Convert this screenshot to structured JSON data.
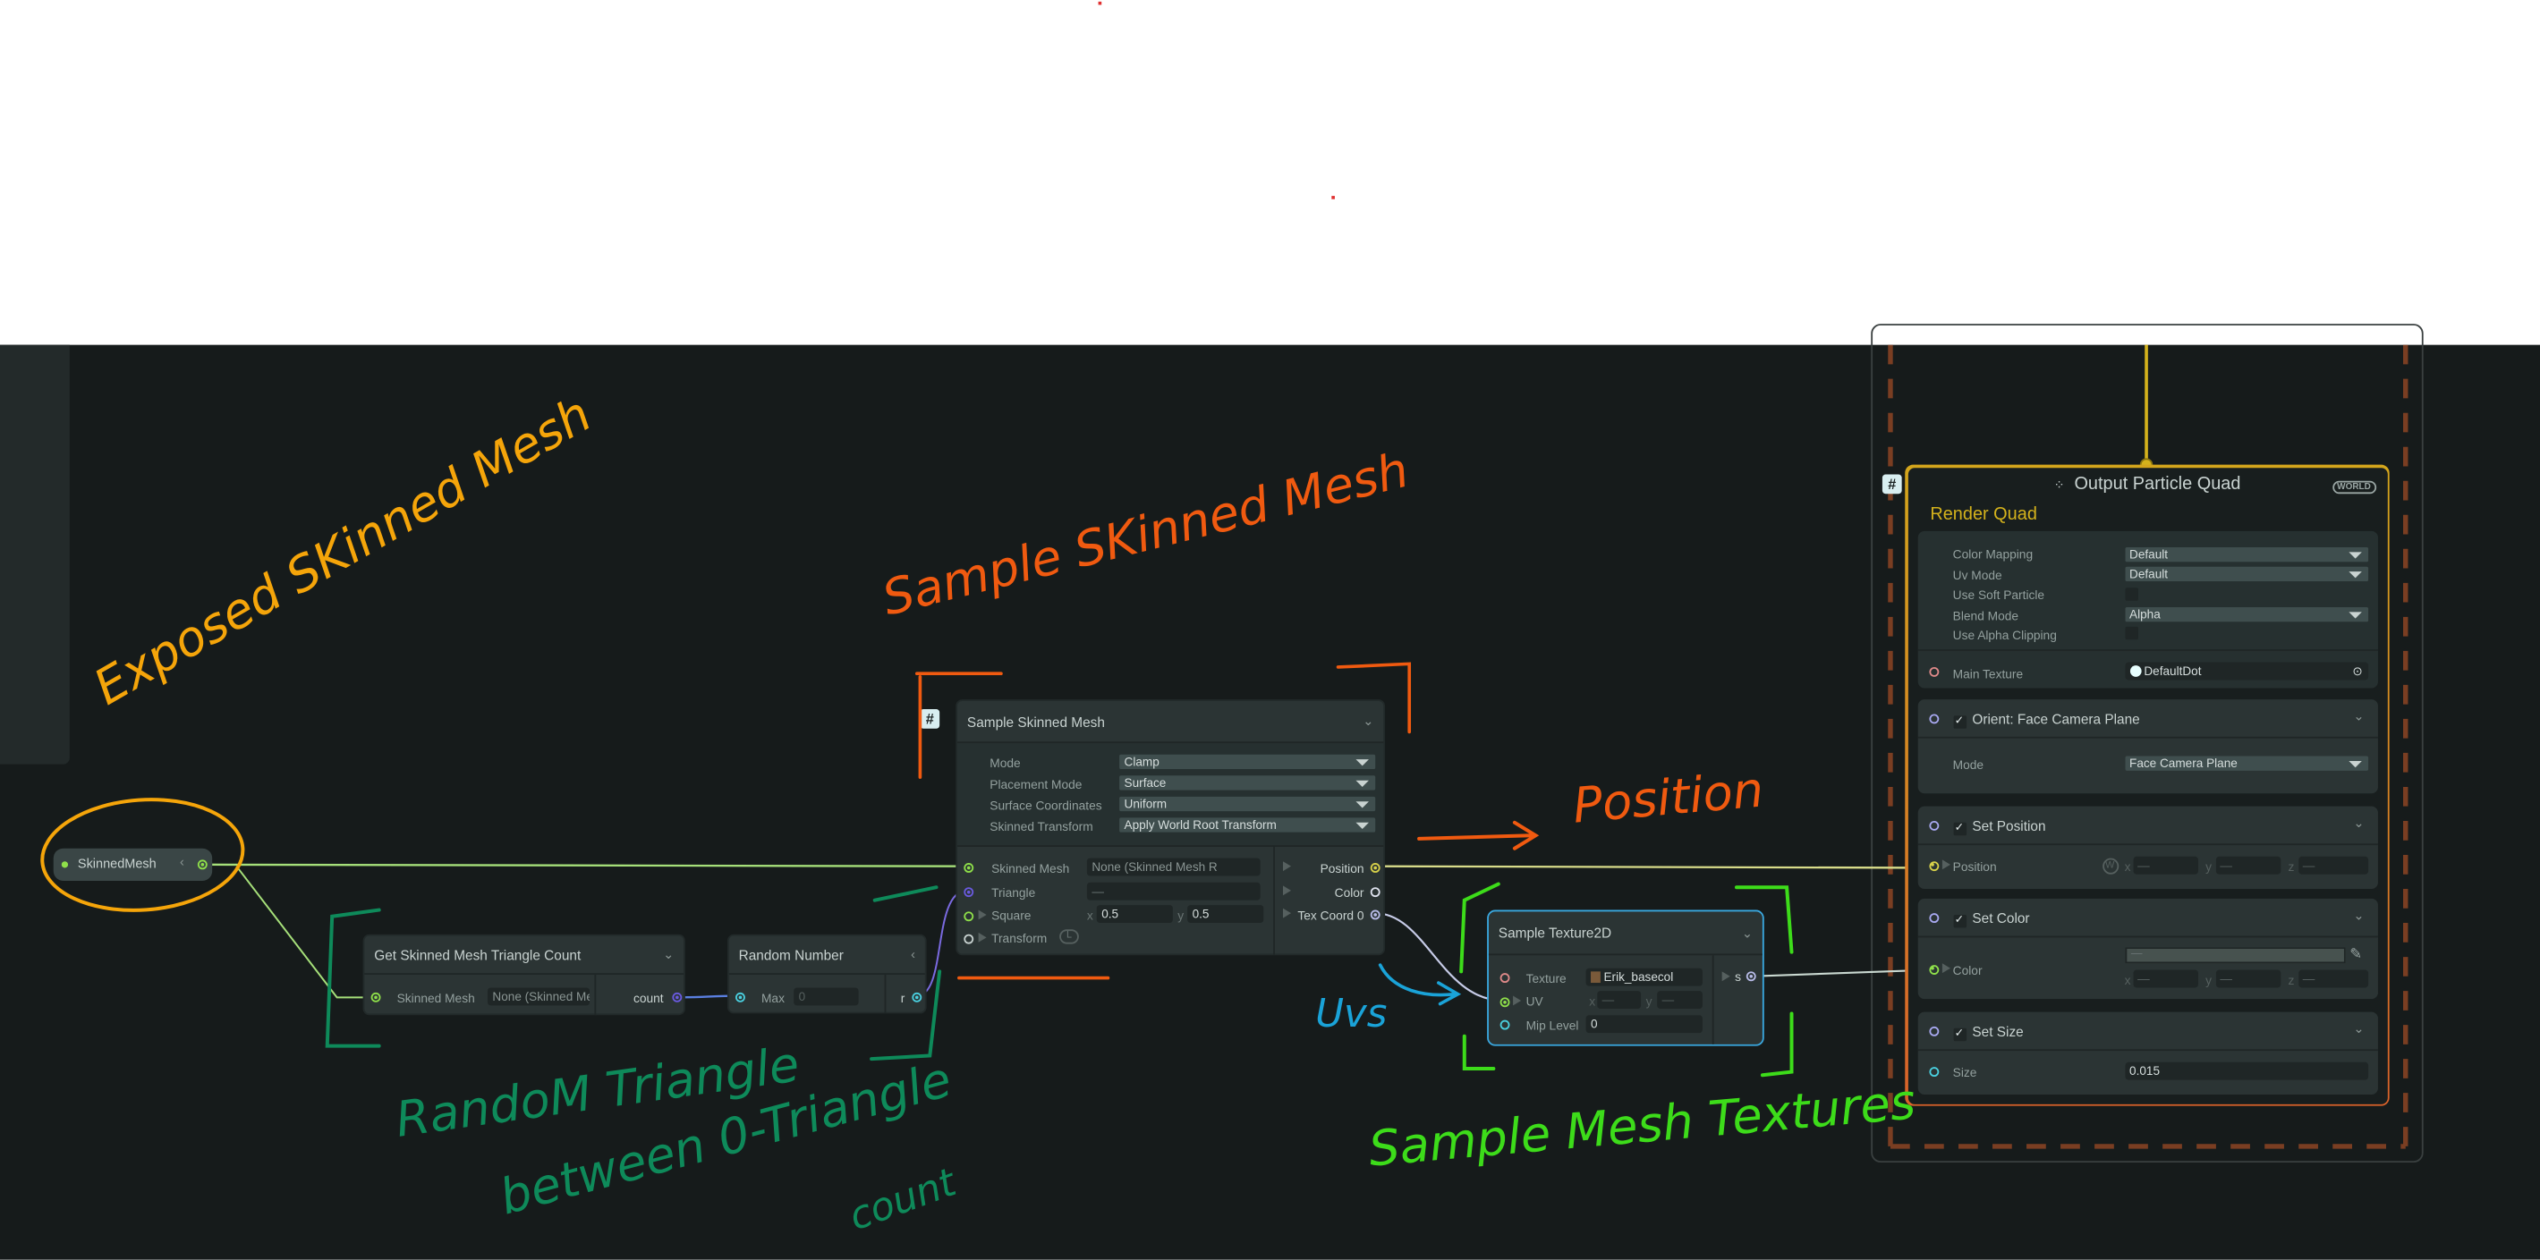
{
  "colors": {
    "background": "#161b1b",
    "node": "#2b3434",
    "output_border_top": "#d4a61c",
    "output_border_bottom": "#d9622a",
    "annotation_orange": "#f5a50a",
    "annotation_red": "#f05a10",
    "annotation_teal": "#0e8a5a",
    "annotation_green": "#3ddc1a",
    "annotation_blue": "#1aa3d8"
  },
  "parameter": {
    "name": "SkinnedMesh",
    "collapse_icon": "chevron-left-icon"
  },
  "triangle_count_node": {
    "title": "Get Skinned Mesh Triangle Count",
    "input_label": "Skinned Mesh",
    "input_value": "None (Skinned Mesh R",
    "output_label": "count"
  },
  "random_node": {
    "title": "Random Number",
    "max_label": "Max",
    "max_placeholder": "0",
    "output_label": "r"
  },
  "sample_mesh_node": {
    "title": "Sample Skinned Mesh",
    "settings": [
      {
        "label": "Mode",
        "value": "Clamp"
      },
      {
        "label": "Placement Mode",
        "value": "Surface"
      },
      {
        "label": "Surface Coordinates",
        "value": "Uniform"
      },
      {
        "label": "Skinned Transform",
        "value": "Apply World Root Transform"
      }
    ],
    "inputs": {
      "skinned_mesh": "Skinned Mesh",
      "skinned_mesh_value": "None (Skinned Mesh R",
      "triangle": "Triangle",
      "triangle_value": "—",
      "square": "Square",
      "square_x_label": "x",
      "square_x": "0.5",
      "square_y_label": "y",
      "square_y": "0.5",
      "transform": "Transform",
      "transform_badge": "L"
    },
    "outputs": [
      "Position",
      "Color",
      "Tex Coord 0"
    ]
  },
  "texture_node": {
    "title": "Sample Texture2D",
    "texture_label": "Texture",
    "texture_value": "Erik_basecol",
    "uv_label": "UV",
    "uv_x_label": "x",
    "uv_x": "—",
    "uv_y_label": "y",
    "uv_y": "—",
    "mip_label": "Mip Level",
    "mip_value": "0",
    "output_label": "s"
  },
  "output_node": {
    "title": "Output Particle Quad",
    "space_badge": "WORLD",
    "subtitle": "Render Quad",
    "hash_badge": "#",
    "settings": [
      {
        "label": "Color Mapping",
        "value": "Default",
        "type": "dropdown"
      },
      {
        "label": "Uv Mode",
        "value": "Default",
        "type": "dropdown"
      },
      {
        "label": "Use Soft Particle",
        "checked": false,
        "type": "checkbox"
      },
      {
        "label": "Blend Mode",
        "value": "Alpha",
        "type": "dropdown"
      },
      {
        "label": "Use Alpha Clipping",
        "checked": false,
        "type": "checkbox"
      }
    ],
    "main_texture_label": "Main Texture",
    "main_texture_value": "DefaultDot",
    "blocks": {
      "orient": {
        "title": "Orient: Face Camera Plane",
        "enabled": true,
        "mode_label": "Mode",
        "mode_value": "Face Camera Plane"
      },
      "set_position": {
        "title": "Set Position",
        "enabled": true,
        "field": "Position",
        "space": "W",
        "x": "—",
        "y": "—",
        "z": "—"
      },
      "set_color": {
        "title": "Set Color",
        "enabled": true,
        "field": "Color",
        "swatch": "—",
        "x": "—",
        "y": "—",
        "z": "—"
      },
      "set_size": {
        "title": "Set Size",
        "enabled": true,
        "field": "Size",
        "value": "0.015"
      }
    },
    "axis_labels": {
      "x": "x",
      "y": "y",
      "z": "z"
    }
  },
  "hash_badge": "#",
  "annotations": {
    "exposed": "Exposed SKinned Mesh",
    "sample": "Sample SKinned Mesh",
    "position": "Position",
    "uvs": "Uvs",
    "random_1": "RandoM Triangle",
    "random_2": "between 0-Triangle",
    "random_3": "count",
    "textures": "Sample Mesh Textures"
  }
}
